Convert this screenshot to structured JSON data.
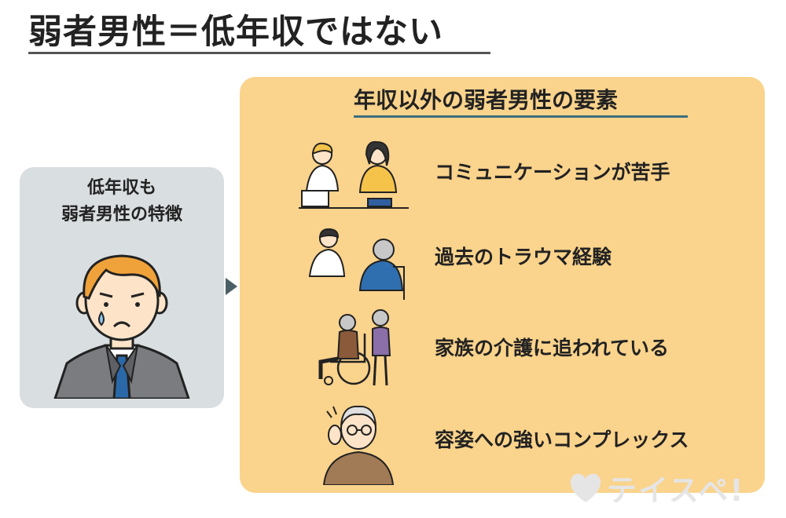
{
  "header": {
    "title": "弱者男性＝低年収ではない"
  },
  "left_card": {
    "line1": "低年収も",
    "line2": "弱者男性の特徴"
  },
  "right_card": {
    "heading": "年収以外の弱者男性の要素",
    "items": [
      {
        "label": "コミュニケーションが苦手"
      },
      {
        "label": "過去のトラウマ経験"
      },
      {
        "label": "家族の介護に追われている"
      },
      {
        "label": "容姿への強いコンプレックス"
      }
    ]
  },
  "watermark": {
    "text": "テイスペ!"
  },
  "colors": {
    "left_panel": "#d9dee0",
    "right_panel": "#fad38c",
    "accent_line": "#3d6e7e",
    "arrow": "#4b5f66"
  }
}
